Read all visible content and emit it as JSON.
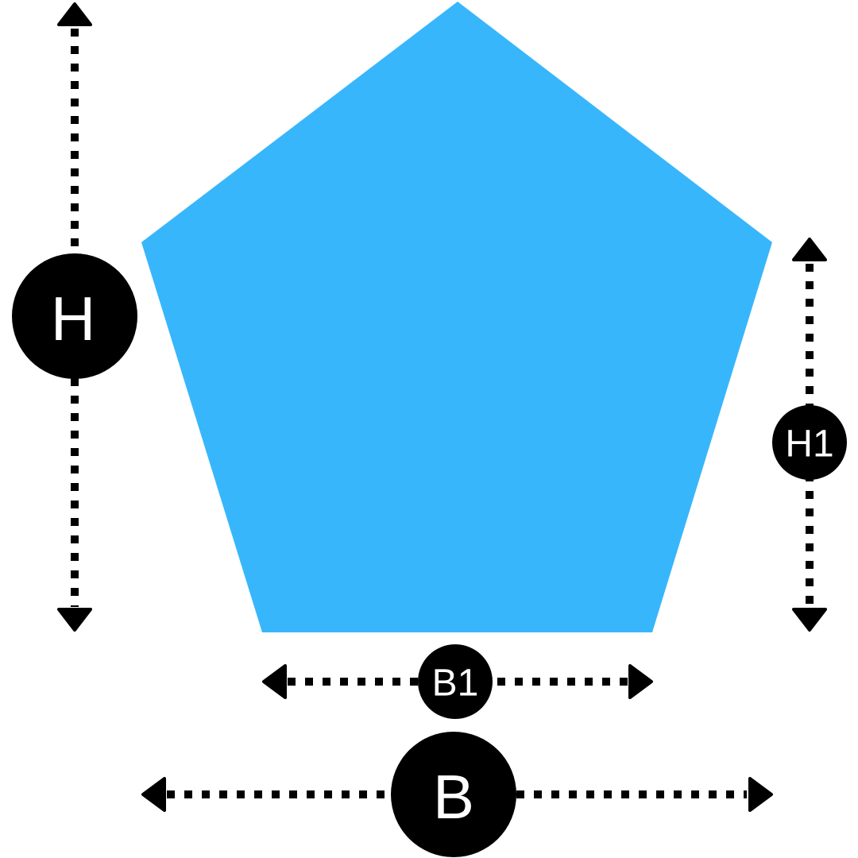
{
  "shape": {
    "type": "regular-pentagon",
    "fill_color": "#38B6FC"
  },
  "dimensions": {
    "height": {
      "label": "H"
    },
    "side_height": {
      "label": "H1"
    },
    "base_side": {
      "label": "B1"
    },
    "full_width": {
      "label": "B"
    }
  },
  "colors": {
    "dimension_line": "#000000",
    "badge_fill": "#000000",
    "badge_text": "#FFFFFF"
  }
}
